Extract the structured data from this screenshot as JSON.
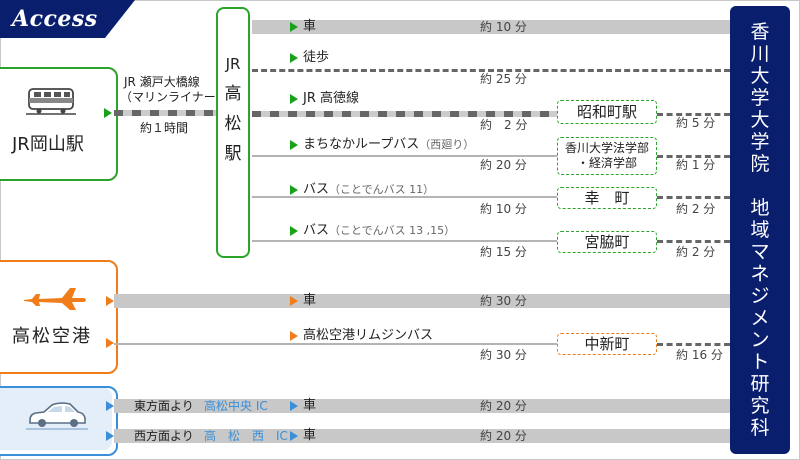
{
  "title": "Access",
  "destination": [
    "香",
    "川",
    "大",
    "学",
    "大",
    "学",
    "院",
    "　",
    "地",
    "域",
    "マ",
    "ネ",
    "ジ",
    "メ",
    "ン",
    "ト",
    "研",
    "究",
    "科"
  ],
  "okayama": {
    "name": "JR岡山駅",
    "line_label_1": "JR 瀬戸大橋線",
    "line_label_2": "（マリンライナー）",
    "duration": "約１時間"
  },
  "takamatsu_station": [
    "JR",
    "高",
    "松",
    "駅"
  ],
  "routes_station": [
    {
      "mode": "車",
      "time": "約 10 分"
    },
    {
      "mode": "徒歩",
      "time": "約 25 分"
    },
    {
      "mode": "JR 高徳線",
      "time": "約　2 分",
      "stop": "昭和町駅",
      "walk": "約 5 分"
    },
    {
      "mode": "まちなかループバス",
      "note": "（西廻り）",
      "time": "約 20 分",
      "stop_1": "香川大学法学部",
      "stop_2": "・経済学部",
      "walk": "約 1 分"
    },
    {
      "mode": "バス",
      "note": "（ことでんバス 11）",
      "time": "約 10 分",
      "stop": "幸　町",
      "walk": "約 2 分"
    },
    {
      "mode": "バス",
      "note": "（ことでんバス 13 ,15）",
      "time": "約 15 分",
      "stop": "宮脇町",
      "walk": "約 2 分"
    }
  ],
  "airport": {
    "name": "高松空港",
    "routes": [
      {
        "mode": "車",
        "time": "約 30 分"
      },
      {
        "mode": "高松空港リムジンバス",
        "time": "約 30 分",
        "stop": "中新町",
        "walk": "約 16 分"
      }
    ]
  },
  "car": {
    "routes": [
      {
        "from": "東方面より",
        "ic": "高松中央 IC",
        "mode": "車",
        "time": "約 20 分"
      },
      {
        "from": "西方面より",
        "ic": "高　松　西　IC",
        "mode": "車",
        "time": "約 20 分"
      }
    ]
  },
  "colors": {
    "navy": "#0a1e6e",
    "green": "#2aa52a",
    "orange": "#f07c1a",
    "blue": "#3a8fd8"
  },
  "icons": [
    "train-icon",
    "airplane-icon",
    "car-icon"
  ]
}
